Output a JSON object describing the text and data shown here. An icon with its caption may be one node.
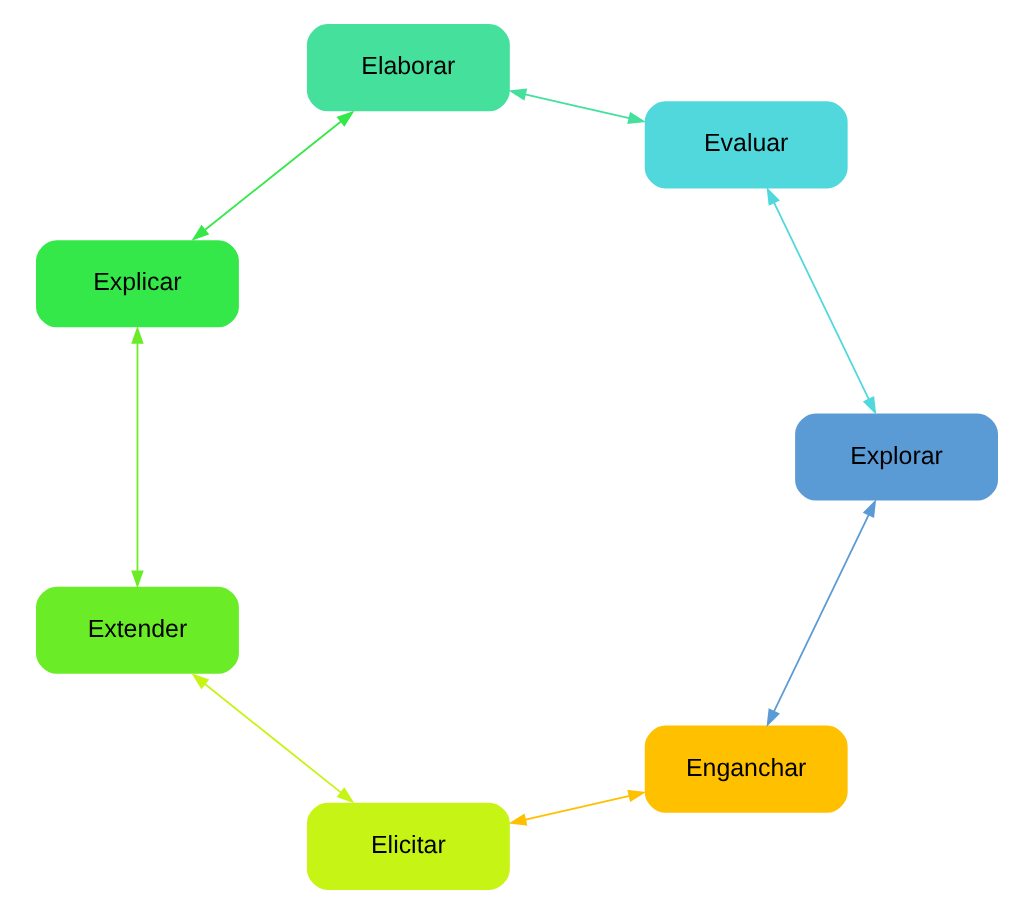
{
  "diagram": {
    "nodes": [
      {
        "text": [
          "Enganchar"
        ]
      },
      {
        "text": [
          "Elicitar"
        ]
      },
      {
        "text": [
          "Extender"
        ]
      },
      {
        "text": [
          "Explicar"
        ]
      },
      {
        "text": [
          "Elaborar"
        ]
      },
      {
        "text": [
          "Evaluar"
        ]
      },
      {
        "text": [
          "Explorar"
        ]
      }
    ],
    "edges": [
      {
        "from": 0,
        "to": 1,
        "arrow": "both",
        "color": "#ffc000"
      },
      {
        "from": 1,
        "to": 2,
        "arrow": "both",
        "color": "#c6f414"
      },
      {
        "from": 2,
        "to": 3,
        "arrow": "both",
        "color": "#6aec26"
      },
      {
        "from": 3,
        "to": 4,
        "arrow": "both",
        "color": "#34e84a"
      },
      {
        "from": 4,
        "to": 5,
        "arrow": "both",
        "color": "#44e09c"
      },
      {
        "from": 5,
        "to": 6,
        "arrow": "both",
        "color": "#50d8dc"
      },
      {
        "from": 6,
        "to": 0,
        "arrow": "both",
        "color": "#5b9bd5"
      }
    ]
  }
}
